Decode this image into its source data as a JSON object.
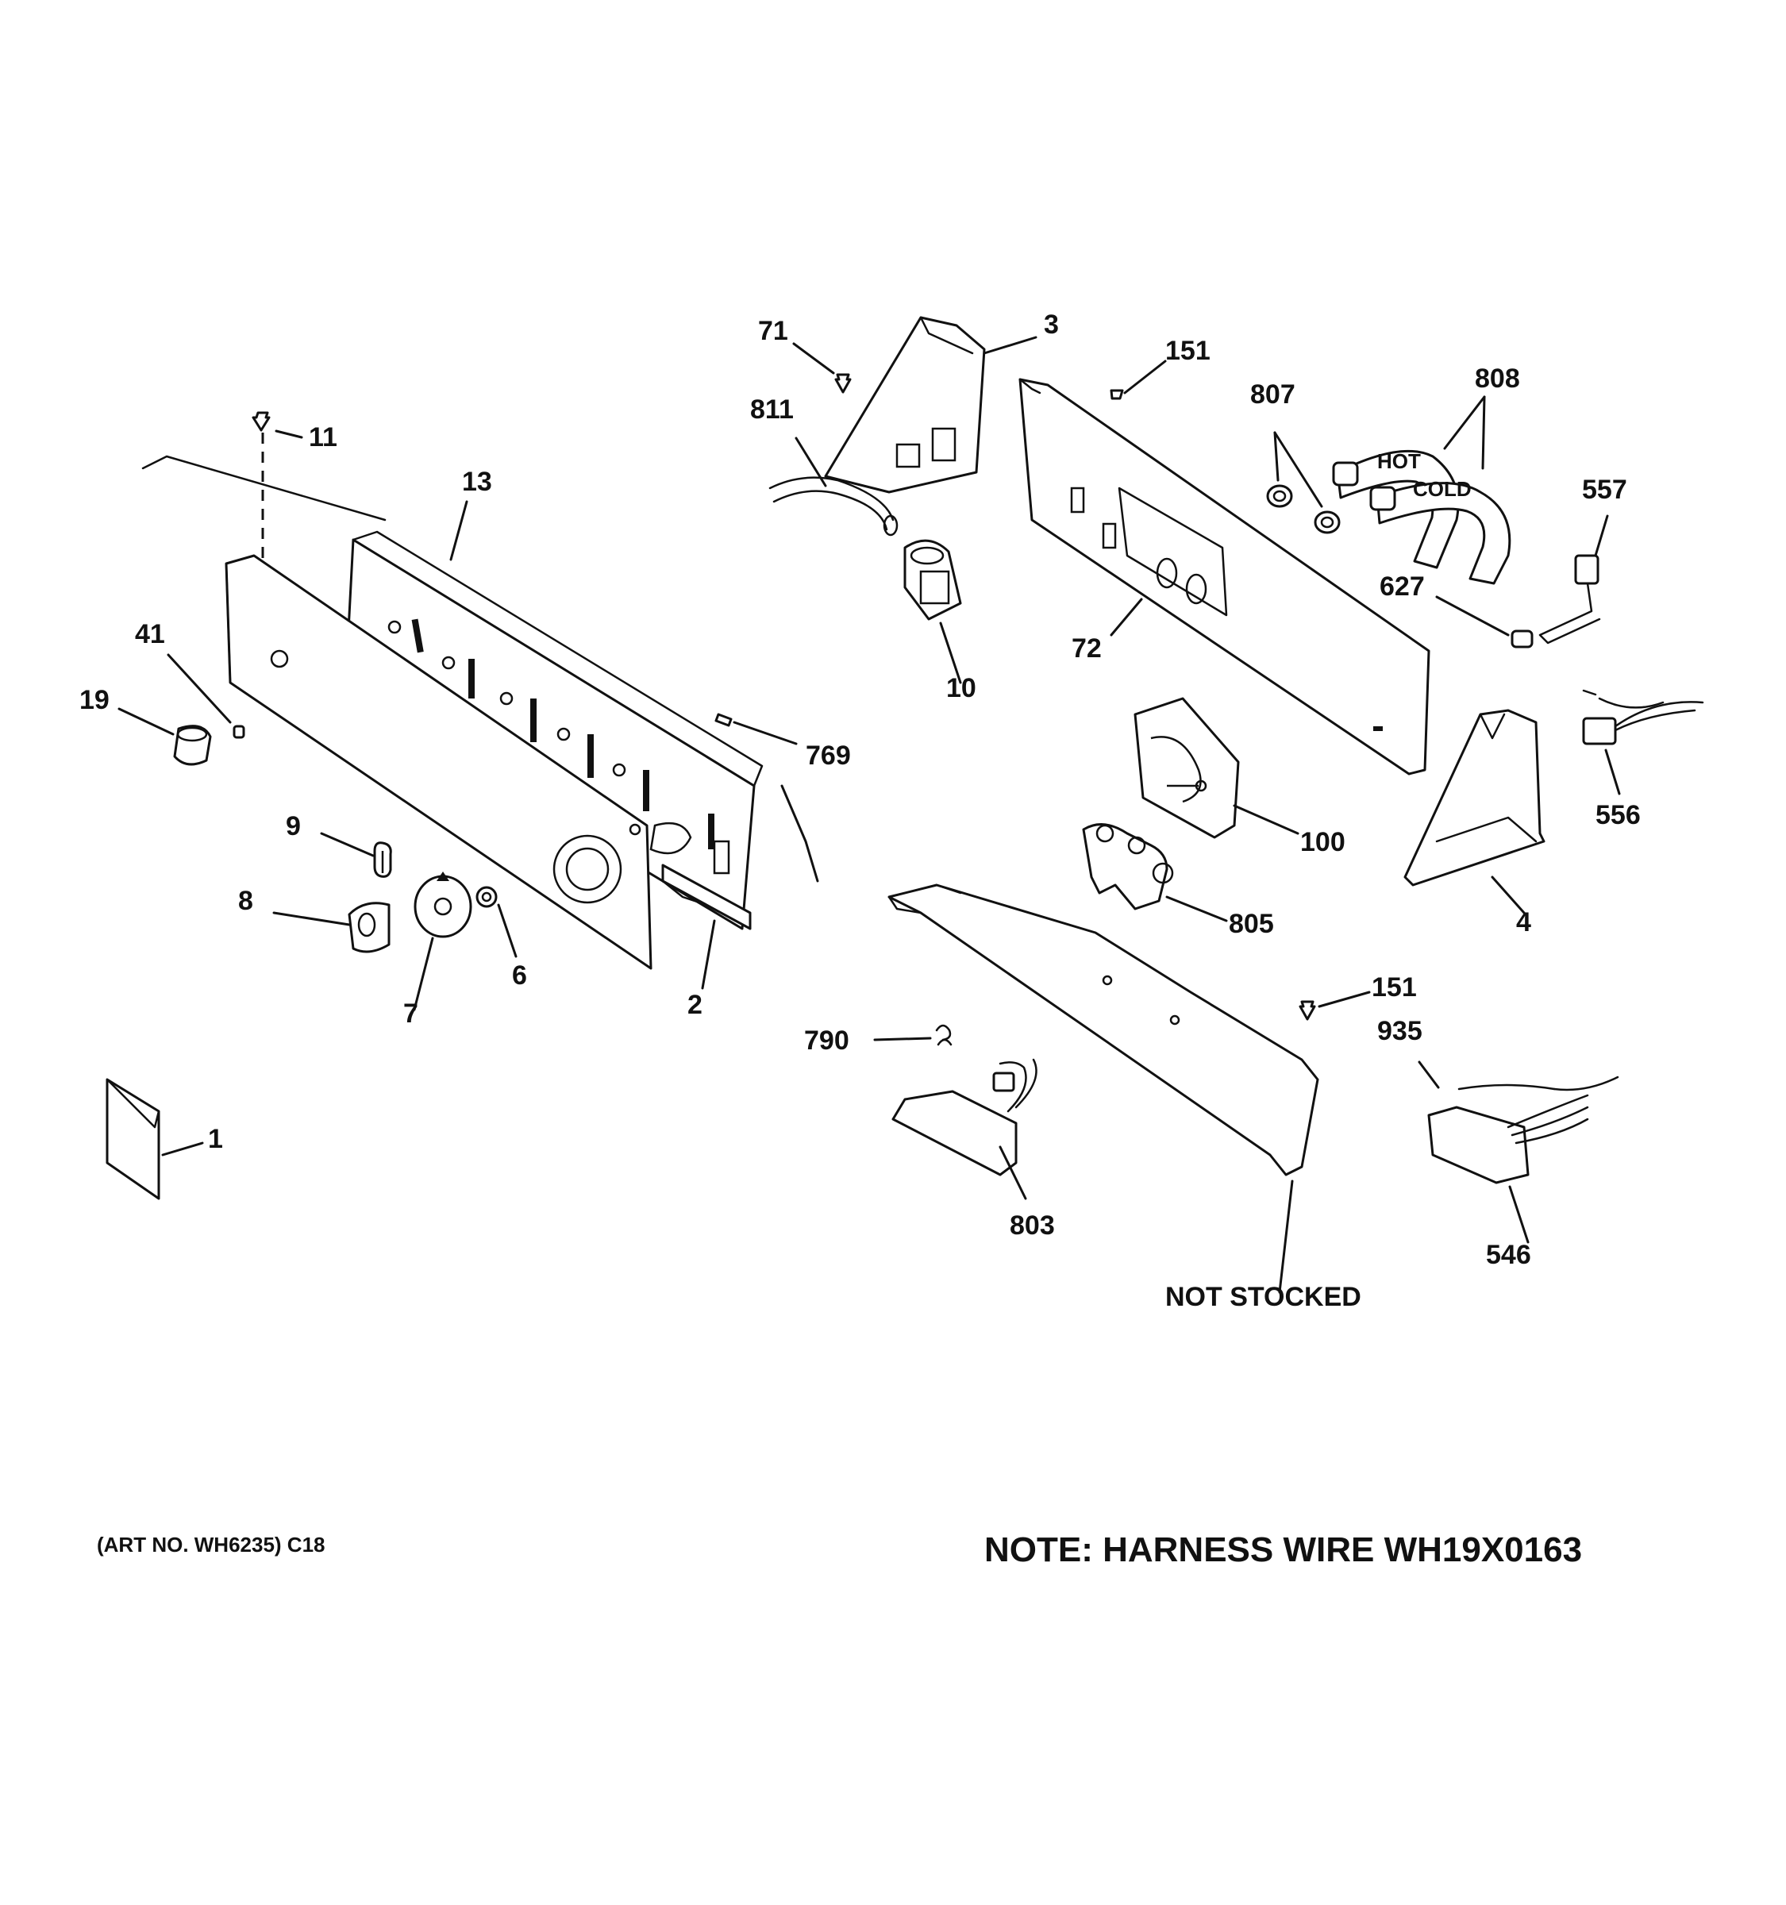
{
  "callouts": {
    "c1": "1",
    "c2": "2",
    "c3": "3",
    "c4": "4",
    "c6": "6",
    "c7": "7",
    "c8": "8",
    "c9": "9",
    "c10": "10",
    "c11": "11",
    "c13": "13",
    "c19": "19",
    "c41": "41",
    "c71": "71",
    "c72": "72",
    "c100": "100",
    "c151a": "151",
    "c151b": "151",
    "c546": "546",
    "c556": "556",
    "c557": "557",
    "c627": "627",
    "c769": "769",
    "c790": "790",
    "c803": "803",
    "c805": "805",
    "c807": "807",
    "c808": "808",
    "c811": "811",
    "c935": "935",
    "not_stocked": "NOT STOCKED"
  },
  "hose_labels": {
    "hot": "HOT",
    "cold": "COLD"
  },
  "footer": {
    "art_no": "(ART NO. WH6235) C18",
    "note": "NOTE: HARNESS WIRE WH19X0163"
  }
}
